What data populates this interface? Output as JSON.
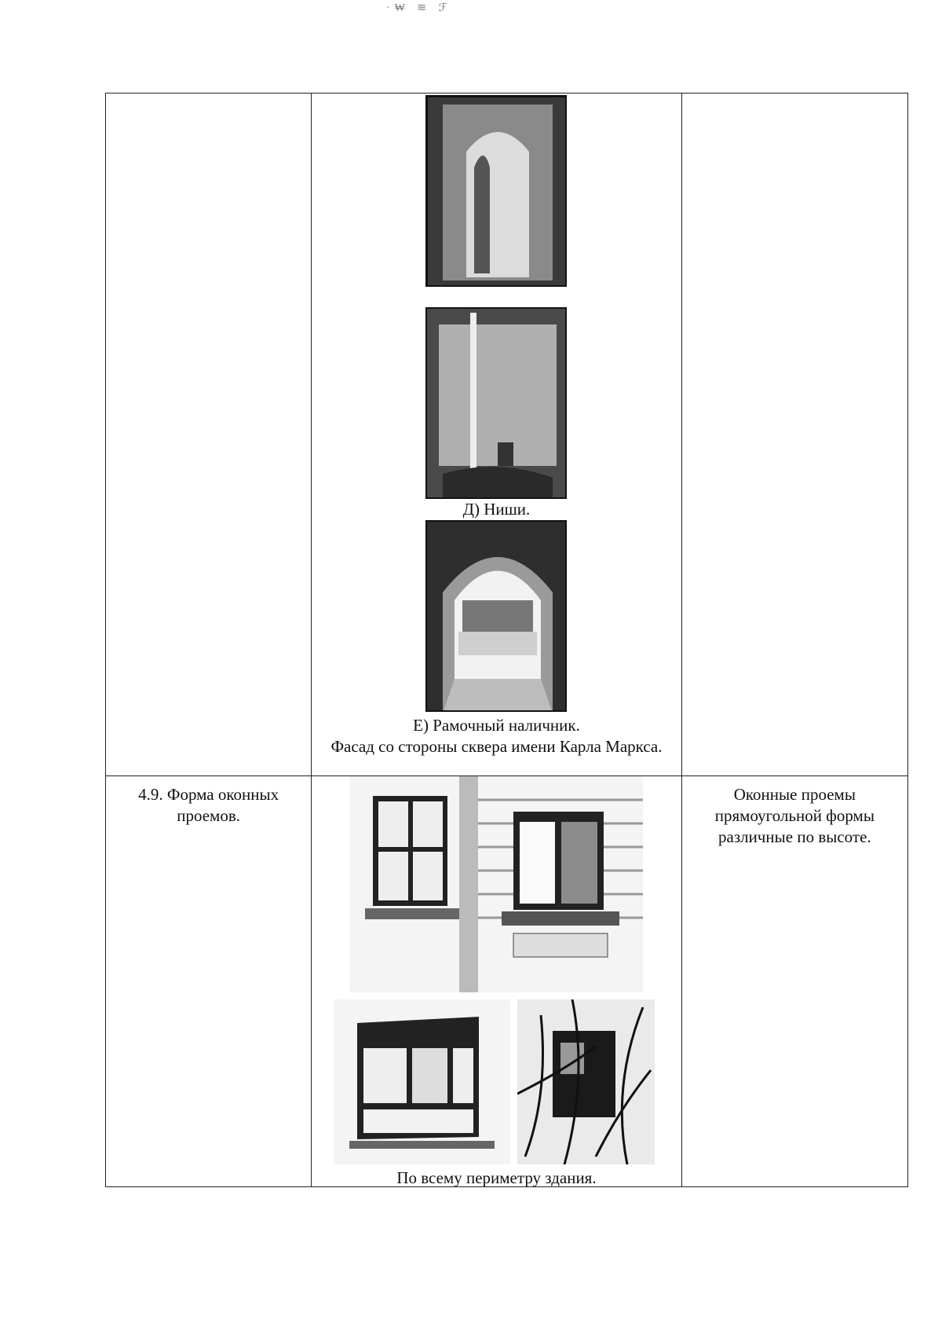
{
  "header_noise": "·₩ ≋ ℱ",
  "rows": [
    {
      "col1": "",
      "captions": {
        "niches": "Д) Ниши.",
        "frame": "Е) Рамочный наличник.",
        "facade": "Фасад со стороны сквера имени Карла Маркса."
      },
      "col3": ""
    },
    {
      "col1": "4.9. Форма оконных проемов.",
      "caption": "По всему периметру здания.",
      "col3": "Оконные проемы прямоугольной формы различные по высоте."
    }
  ]
}
